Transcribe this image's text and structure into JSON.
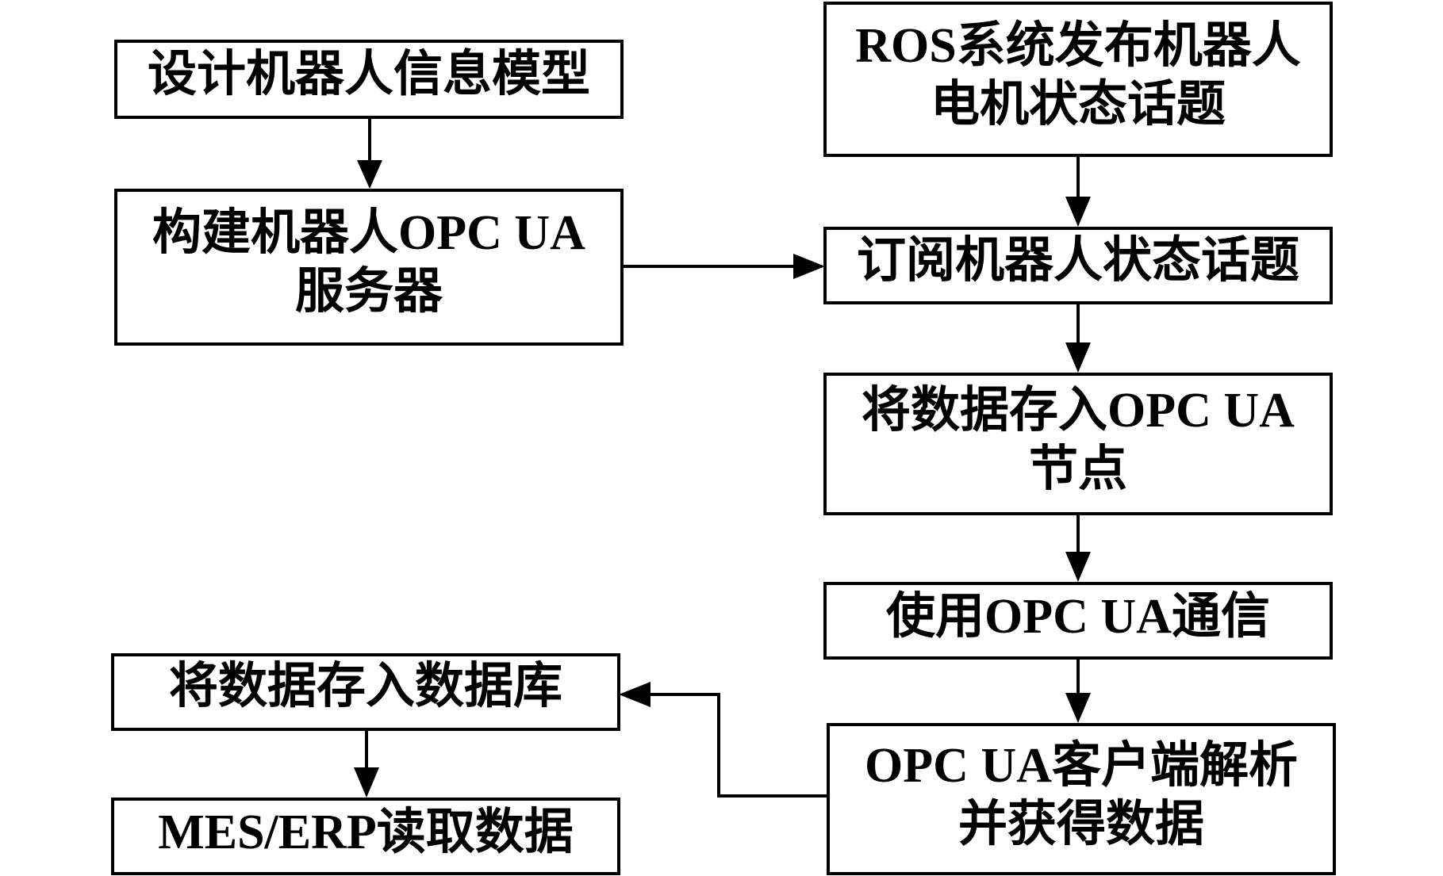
{
  "diagram": {
    "type": "flowchart",
    "nodes": {
      "design_model": {
        "lines": [
          "设计机器人信息模型"
        ]
      },
      "build_server": {
        "lines": [
          "构建机器人OPC UA",
          "服务器"
        ]
      },
      "ros_publish": {
        "lines": [
          "ROS系统发布机器人",
          "电机状态话题"
        ]
      },
      "subscribe": {
        "lines": [
          "订阅机器人状态话题"
        ]
      },
      "store_node": {
        "lines": [
          "将数据存入OPC UA",
          "节点"
        ]
      },
      "opcua_comm": {
        "lines": [
          "使用OPC UA通信"
        ]
      },
      "client_parse": {
        "lines": [
          "OPC UA客户端解析",
          "并获得数据"
        ]
      },
      "store_db": {
        "lines": [
          "将数据存入数据库"
        ]
      },
      "mes_read": {
        "lines": [
          "MES/ERP读取数据"
        ]
      }
    },
    "edges": [
      {
        "from": "design_model",
        "to": "build_server"
      },
      {
        "from": "build_server",
        "to": "subscribe"
      },
      {
        "from": "ros_publish",
        "to": "subscribe"
      },
      {
        "from": "subscribe",
        "to": "store_node"
      },
      {
        "from": "store_node",
        "to": "opcua_comm"
      },
      {
        "from": "opcua_comm",
        "to": "client_parse"
      },
      {
        "from": "client_parse",
        "to": "store_db"
      },
      {
        "from": "store_db",
        "to": "mes_read"
      }
    ]
  }
}
